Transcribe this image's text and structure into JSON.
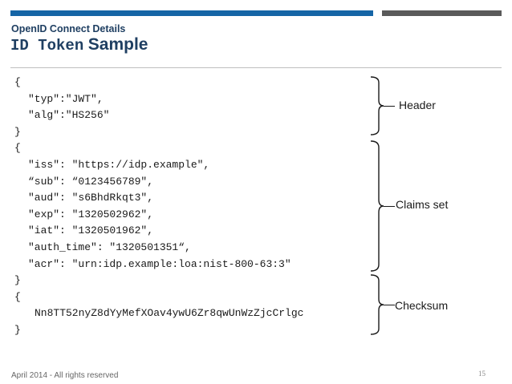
{
  "header": {
    "subtitle": "OpenID Connect Details",
    "title_mono": "ID Token",
    "title_sans": "Sample"
  },
  "code": {
    "header_lines": [
      "{",
      "\"typ\":\"JWT\",",
      "\"alg\":\"HS256\"",
      "}"
    ],
    "claims_lines": [
      "{",
      "\"iss\": \"https://idp.example\",",
      "“sub\": “0123456789\",",
      "\"aud\": \"s6BhdRkqt3\",",
      "\"exp\": \"1320502962\",",
      "\"iat\": \"1320501962\",",
      "\"auth_time\": \"1320501351“,",
      "\"acr\": \"urn:idp.example:loa:nist-800-63:3\"",
      "}"
    ],
    "checksum_lines": [
      "{",
      "Nn8TT52nyZ8dYyMefXOav4ywU6Zr8qwUnWzZjcCrlgc",
      "}"
    ]
  },
  "labels": {
    "header": "Header",
    "claims": "Claims set",
    "checksum": "Checksum"
  },
  "footer": {
    "left": "April 2014 - All rights reserved",
    "page_number": "15"
  },
  "colors": {
    "accent_blue": "#1565a6",
    "accent_gray": "#5a5a5a",
    "title_navy": "#1f3f62"
  }
}
